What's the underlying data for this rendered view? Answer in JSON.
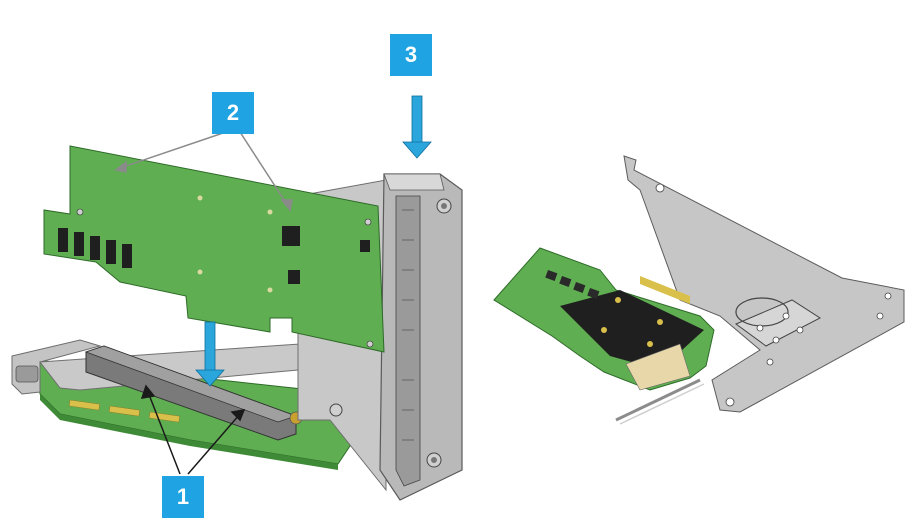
{
  "callouts": [
    {
      "id": "1",
      "label": "1"
    },
    {
      "id": "2",
      "label": "2"
    },
    {
      "id": "3",
      "label": "3"
    }
  ],
  "colors": {
    "callout": "#1fa3e3",
    "arrow": "#2aa6dd",
    "pcb": "#5fae52",
    "pcb_dark": "#3e8a36",
    "bracket": "#b7b7b7",
    "bracket_dark": "#8c8c8c",
    "chip": "#1f1f1f",
    "gold": "#d9c04a"
  },
  "icons": [
    "arrow-down-icon"
  ]
}
